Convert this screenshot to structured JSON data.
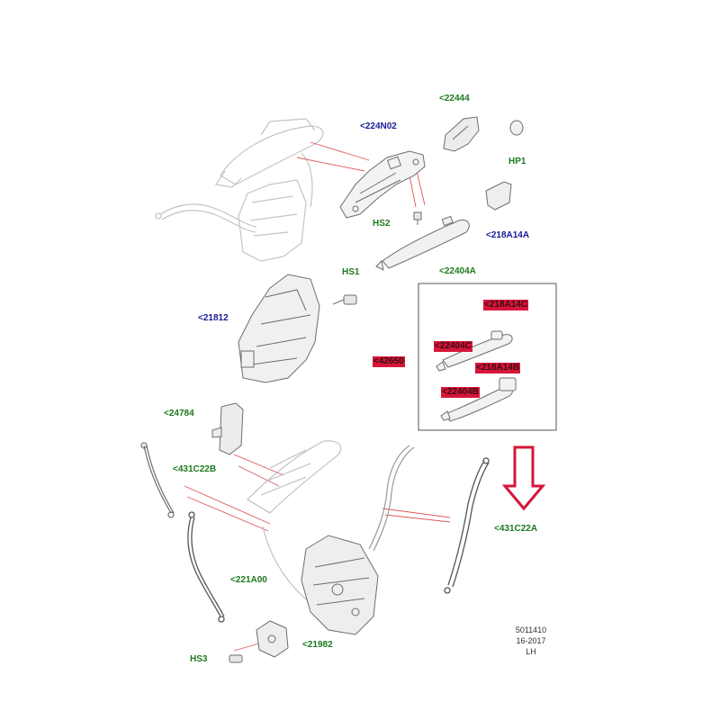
{
  "labels": {
    "p22444": "<22444",
    "p224N02": "<224N02",
    "pHP1": "HP1",
    "pHS2": "HS2",
    "p218A14A": "<218A14A",
    "p22404A": "<22404A",
    "pHS1": "HS1",
    "p21812": "<21812",
    "p218A14C": "<218A14C",
    "p22404C": "<22404C",
    "p42650": "<42650",
    "p218A14B": "<218A14B",
    "p22404B": "<22404B",
    "p24784": "<24784",
    "p431C22B": "<431C22B",
    "p431C22A": "<431C22A",
    "p221A00": "<221A00",
    "p21982": "<21982",
    "pHS3": "HS3"
  },
  "meta": {
    "code": "5011410",
    "date": "16-2017",
    "side": "LH"
  },
  "colors": {
    "green_label": "#1f7a1f",
    "blue_label": "#1a1a9a",
    "red_highlight": "#d6163a",
    "leader_line": "#e05a5a",
    "part_stroke": "#9a9a9a"
  }
}
